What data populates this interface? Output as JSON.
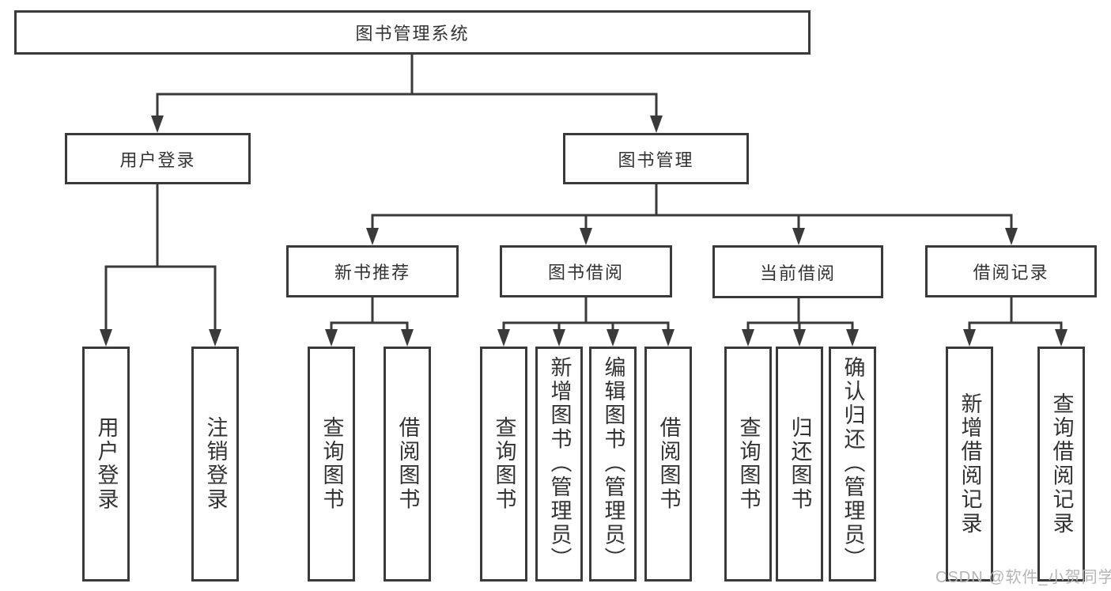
{
  "tree": {
    "root": "图书管理系统",
    "branches": [
      {
        "label": "用户登录",
        "children": [
          "用户登录",
          "注销登录"
        ]
      },
      {
        "label": "图书管理",
        "groups": [
          {
            "label": "新书推荐",
            "children": [
              "查询图书",
              "借阅图书"
            ]
          },
          {
            "label": "图书借阅",
            "children": [
              "查询图书",
              "新增图书（管理员）",
              "编辑图书（管理员）",
              "借阅图书"
            ]
          },
          {
            "label": "当前借阅",
            "children": [
              "查询图书",
              "归还图书",
              "确认归还（管理员）"
            ]
          },
          {
            "label": "借阅记录",
            "children": [
              "新增借阅记录",
              "查询借阅记录"
            ]
          }
        ]
      }
    ]
  },
  "watermark": "CSDN @软件_小贺同学",
  "colors": {
    "line": "#3a3a3a",
    "text": "#333333",
    "watermark": "#b5b5b5",
    "background": "#ffffff"
  }
}
